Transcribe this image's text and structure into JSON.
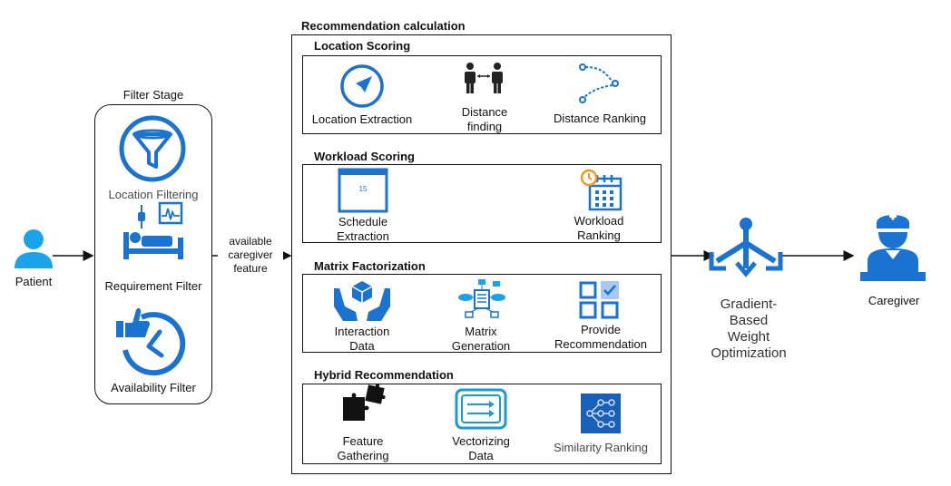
{
  "patient": {
    "label": "Patient"
  },
  "filter_stage": {
    "title": "Filter Stage",
    "items": [
      {
        "label": "Location Filtering",
        "icon": "funnel-icon"
      },
      {
        "label": "Requirement Filter",
        "icon": "hospital-bed-icon"
      },
      {
        "label": "Availability Filter",
        "icon": "thumbs-up-clock-icon"
      }
    ]
  },
  "connector_label": {
    "line1": "available",
    "line2": "caregiver",
    "line3": "feature"
  },
  "recommendation": {
    "title": "Recommendation calculation",
    "location_scoring": {
      "title": "Location Scoring",
      "items": [
        {
          "label": "Location Extraction",
          "icon": "compass-arrow-icon"
        },
        {
          "label1": "Distance",
          "label2": "finding",
          "icon": "people-distance-icon"
        },
        {
          "label": "Distance Ranking",
          "icon": "route-nodes-icon"
        }
      ]
    },
    "workload_scoring": {
      "title": "Workload Scoring",
      "calendar_day": "15",
      "items": [
        {
          "label1": "Schedule",
          "label2": "Extraction",
          "icon": "calendar-icon"
        },
        {
          "label1": "Workload",
          "label2": "Ranking",
          "icon": "calendar-clock-icon"
        }
      ]
    },
    "matrix_factorization": {
      "title": "Matrix Factorization",
      "items": [
        {
          "label1": "Interaction",
          "label2": "Data",
          "icon": "hands-cube-icon"
        },
        {
          "label1": "Matrix",
          "label2": "Generation",
          "icon": "document-clouds-icon"
        },
        {
          "label1": "Provide",
          "label2": "Recommendation",
          "icon": "grid-check-icon"
        }
      ]
    },
    "hybrid_recommendation": {
      "title": "Hybrid Recommendation",
      "items": [
        {
          "label1": "Feature",
          "label2": "Gathering",
          "icon": "puzzle-icon"
        },
        {
          "label1": "Vectorizing",
          "label2": "Data",
          "icon": "vector-flow-icon"
        },
        {
          "label": "Similarity Ranking",
          "icon": "network-nodes-icon"
        }
      ]
    }
  },
  "gradient": {
    "line1": "Gradient-",
    "line2": "Based",
    "line3": "Weight",
    "line4": "Optimization",
    "icon": "gradient-branch-icon"
  },
  "caregiver": {
    "label": "Caregiver",
    "icon": "nurse-icon"
  },
  "colors": {
    "accent": "#1a73d1",
    "line": "#111111"
  }
}
